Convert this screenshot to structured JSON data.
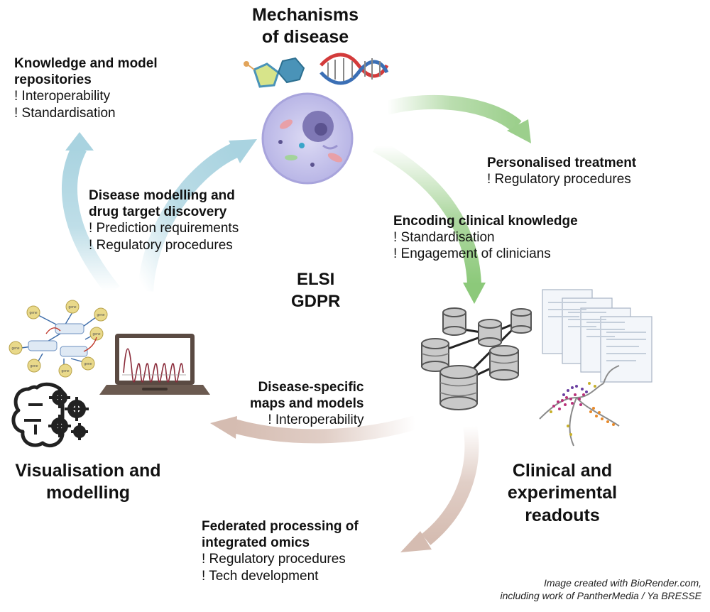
{
  "center": {
    "line1": "ELSI",
    "line2": "GDPR"
  },
  "nodes": {
    "mechanisms": {
      "line1": "Mechanisms",
      "line2": "of disease"
    },
    "visualisation": {
      "line1": "Visualisation and",
      "line2": "modelling"
    },
    "clinical": {
      "line1": "Clinical and",
      "line2": "experimental",
      "line3": "readouts"
    }
  },
  "sections": {
    "repositories": {
      "title1": "Knowledge and model",
      "title2": "repositories",
      "item1": "! Interoperability",
      "item2": "! Standardisation"
    },
    "disease_modelling": {
      "title1": "Disease modelling and",
      "title2": "drug target discovery",
      "item1": "! Prediction requirements",
      "item2": "! Regulatory procedures"
    },
    "personalised": {
      "title1": "Personalised treatment",
      "item1": "! Regulatory procedures"
    },
    "encoding": {
      "title1": "Encoding clinical knowledge",
      "item1": "! Standardisation",
      "item2": "! Engagement of clinicians"
    },
    "disease_maps": {
      "title1": "Disease-specific",
      "title2": "maps and models",
      "item1": "! Interoperability"
    },
    "federated": {
      "title1": "Federated processing of",
      "title2": "integrated omics",
      "item1": "! Regulatory procedures",
      "item2": "! Tech development"
    }
  },
  "network_labels": {
    "gene": "gene"
  },
  "credit": {
    "line1": "Image created with BioRender.com,",
    "line2": "including work of PantherMedia / Ya BRESSE"
  },
  "colors": {
    "blue_arrow": "#a9d3e0",
    "green_arrow": "#9ccf8c",
    "brown_arrow": "#d9c2b8",
    "cell": "#c9c7ec",
    "nucleus": "#7f78b5",
    "gene_node": "#e9d98a"
  }
}
